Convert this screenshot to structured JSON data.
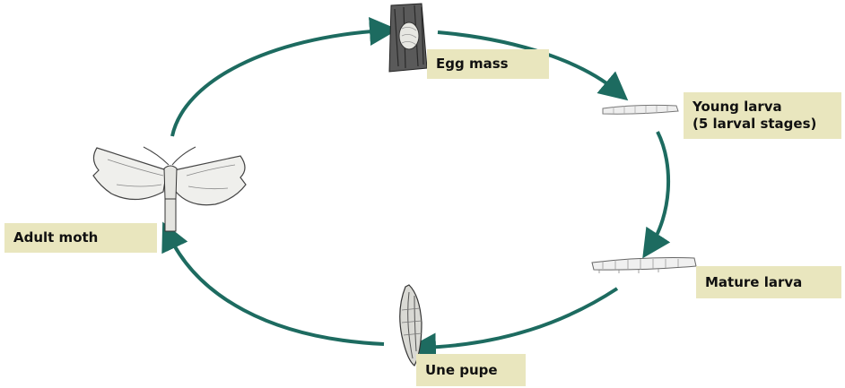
{
  "colors": {
    "arrow": "#1d6b60",
    "label_bg": "#e9e6be",
    "illustration": "#444444"
  },
  "stages": {
    "egg_mass": "Egg mass",
    "young_larva_line1": "Young larva",
    "young_larva_line2": "(5 larval stages)",
    "mature_larva": "Mature larva",
    "pupa": "Une pupe",
    "adult": "Adult moth"
  },
  "icons": [
    "egg-mass-illustration",
    "young-larva-illustration",
    "mature-larva-illustration",
    "pupa-illustration",
    "adult-moth-illustration"
  ]
}
